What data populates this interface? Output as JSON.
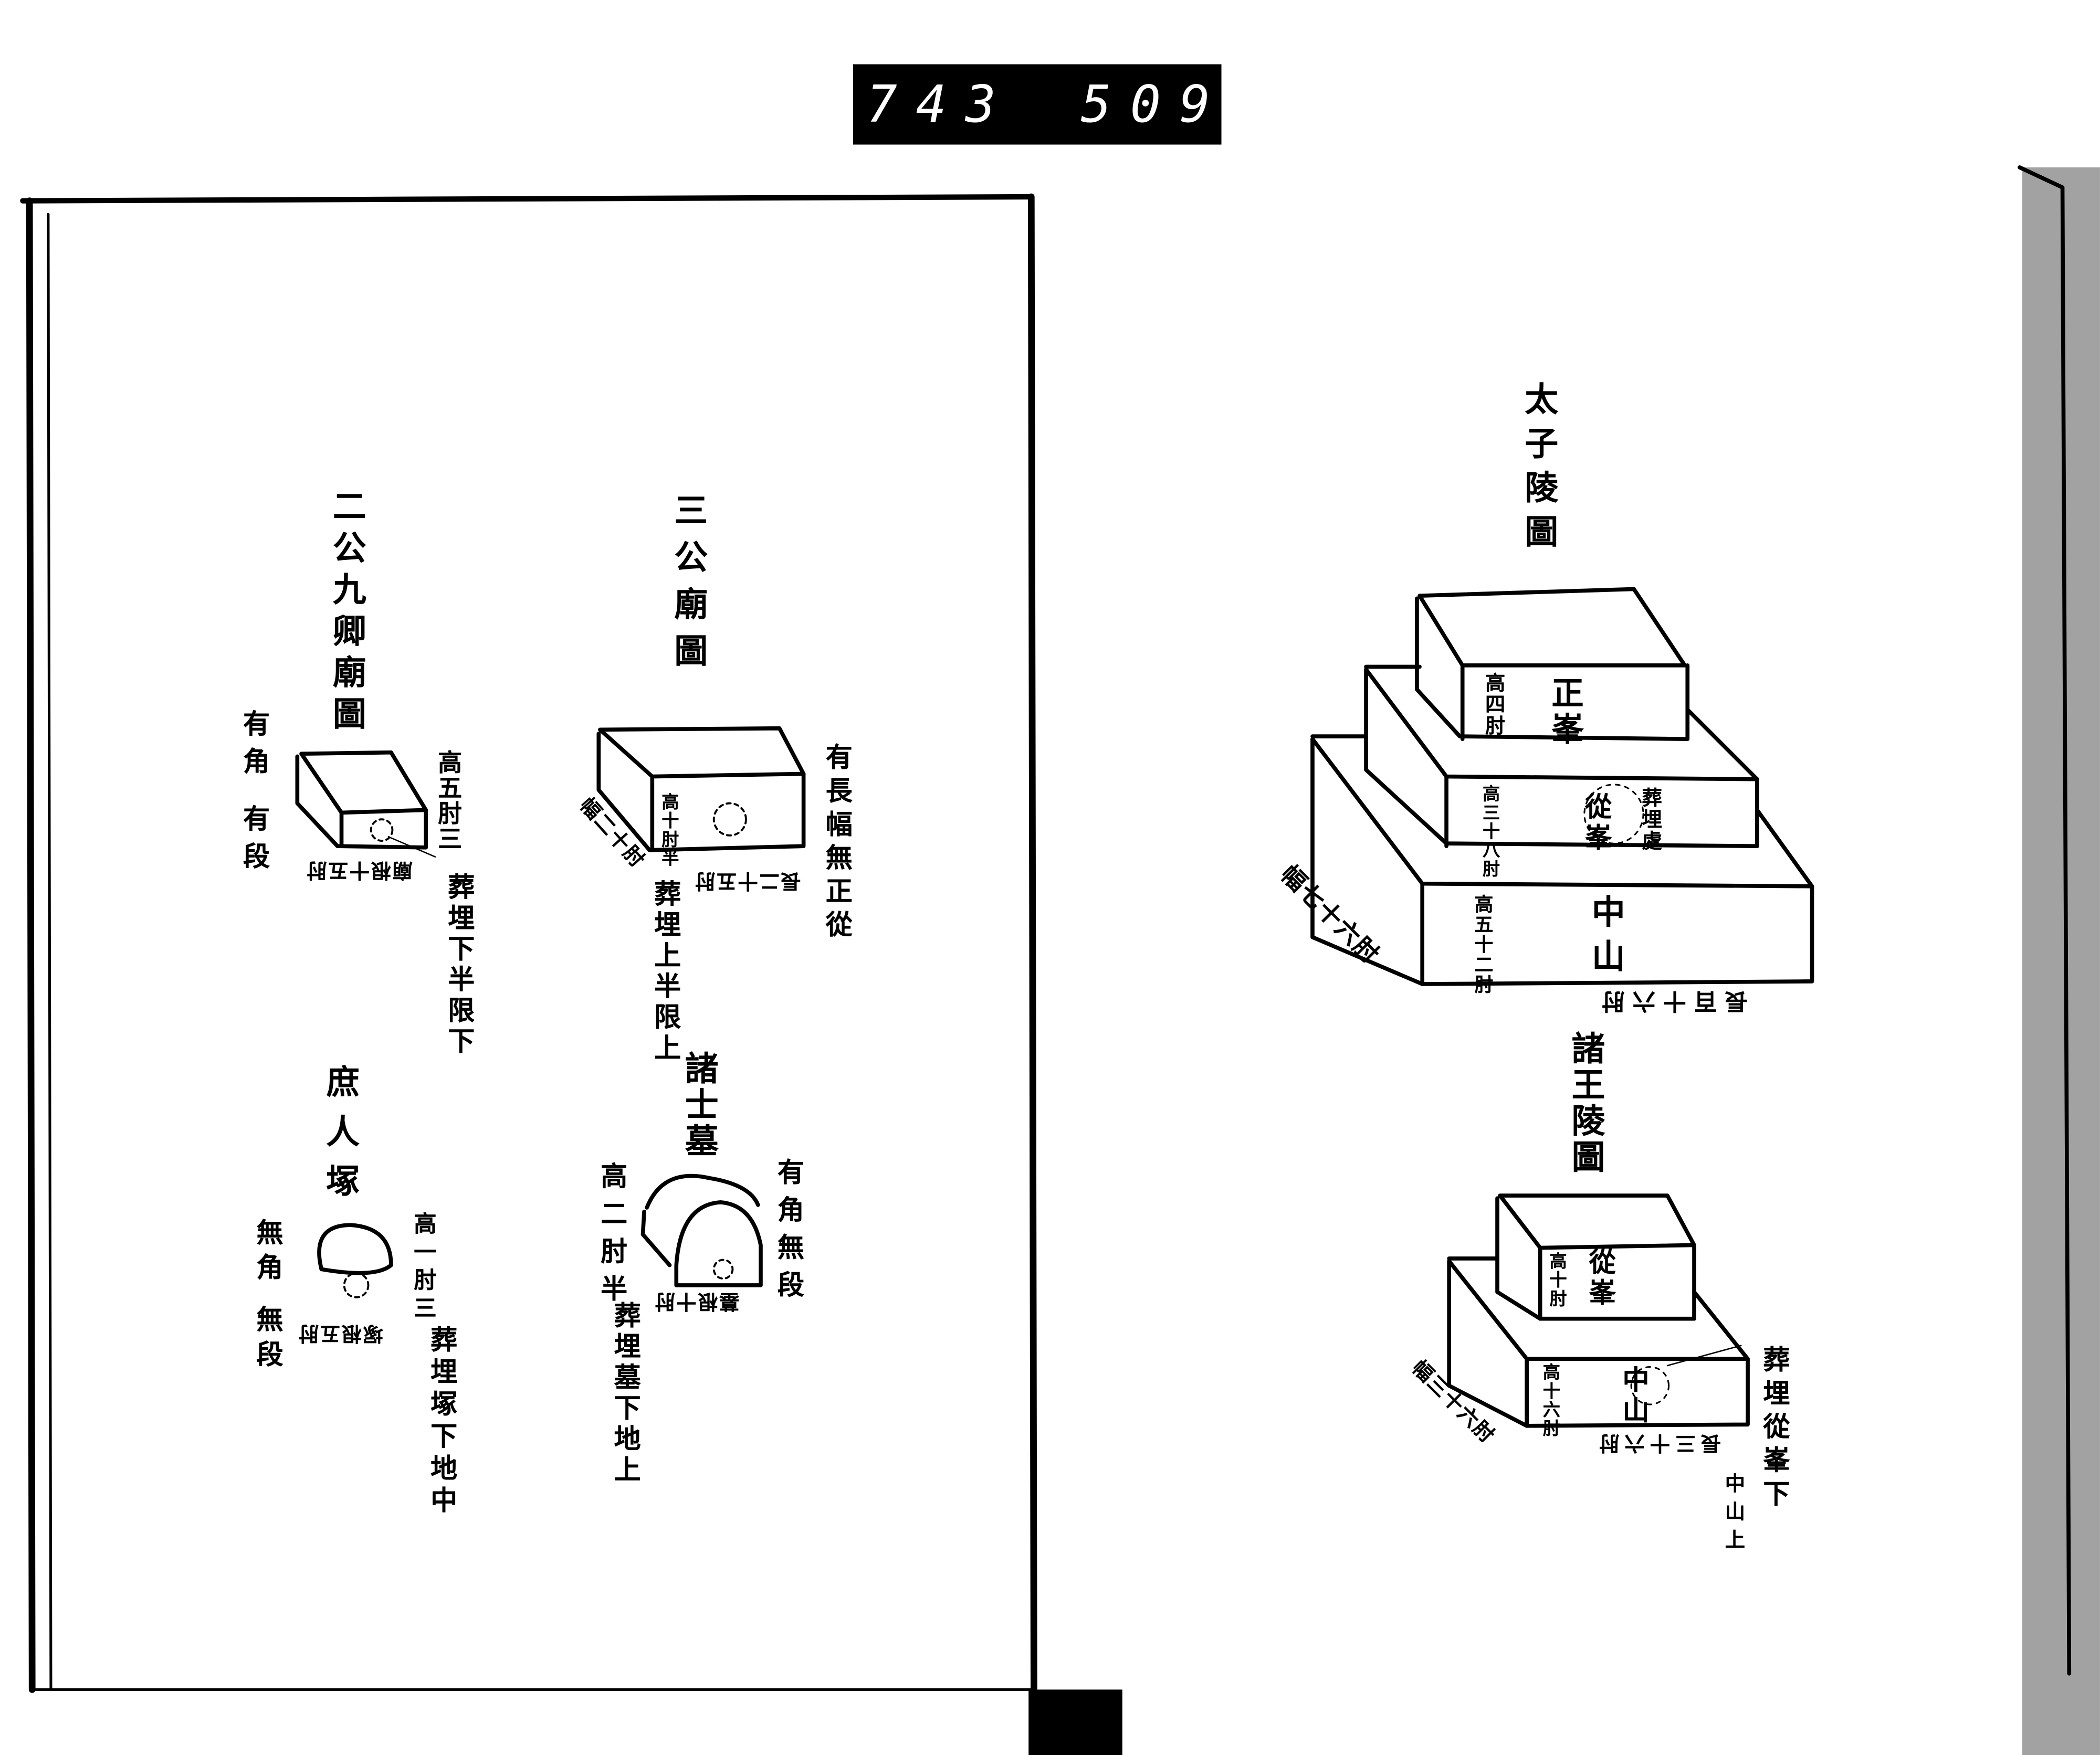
{
  "header": {
    "left_number": "743",
    "right_number": "509."
  },
  "sangong_jiuqing_temple": {
    "title": "二公九卿廟圖",
    "note": "有角 有段",
    "height": "高五肘三",
    "base": "廟根十五肘",
    "burial": "葬埋下半限下"
  },
  "sangong_temple": {
    "title": "三公廟圖",
    "height": "高十肘半",
    "width": "幅二十肘",
    "length": "長二十五肘",
    "note": "有長幅無正從",
    "burial": "葬埋上半限上"
  },
  "zhushi_tomb": {
    "title": "諸士墓",
    "height": "高二肘半",
    "base": "墓根十肘",
    "note": "有角無段",
    "burial": "葬埋墓下地上"
  },
  "commoner_mound": {
    "title": "庶人塚",
    "note": "無角 無段",
    "height": "高一肘三",
    "base": "塚根五肘",
    "burial": "葬埋塚下地中"
  },
  "crown_prince_tomb": {
    "title": "太子陵圖",
    "top_height": "高四肘",
    "top_label": "正峯",
    "mid_height": "高三十八肘",
    "mid_label": "從峯",
    "burial": "葬埋處",
    "bottom_height": "高五十二肘",
    "bottom_label": "中山",
    "width": "幅七十六肘",
    "length": "長百十六肘"
  },
  "princes_tomb": {
    "title": "諸王陵圖",
    "top_height": "高十肘",
    "top_label": "從峯",
    "bottom_height": "高十六肘",
    "bottom_label": "中山",
    "width": "幅三十六肘",
    "length": "長三十六肘",
    "burial": "葬埋從峯下",
    "burial2": "中山上"
  }
}
